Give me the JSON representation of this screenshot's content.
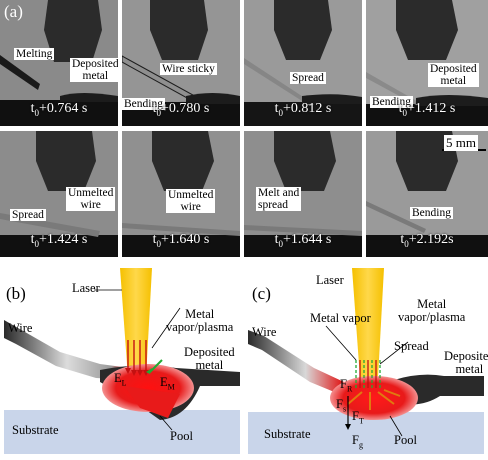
{
  "panel_a": {
    "tag": "(a)",
    "frames": [
      {
        "time_base": "t",
        "time_sub": "0",
        "time_rest": "+0.764 s",
        "labels": [
          "Melting",
          "Deposited\nmetal"
        ]
      },
      {
        "time_base": "t",
        "time_sub": "0",
        "time_rest": "+0.780 s",
        "labels": [
          "Wire sticky",
          "Bending"
        ]
      },
      {
        "time_base": "t",
        "time_sub": "0",
        "time_rest": "+0.812 s",
        "labels": [
          "Spread"
        ]
      },
      {
        "time_base": "t",
        "time_sub": "0",
        "time_rest": "+1.412 s",
        "labels": [
          "Deposited\nmetal",
          "Bending"
        ]
      },
      {
        "time_base": "t",
        "time_sub": "0",
        "time_rest": "+1.424 s",
        "labels": [
          "Unmelted\nwire",
          "Spread"
        ]
      },
      {
        "time_base": "t",
        "time_sub": "0",
        "time_rest": "+1.640 s",
        "labels": [
          "Unmelted\nwire"
        ]
      },
      {
        "time_base": "t",
        "time_sub": "0",
        "time_rest": "+1.644 s",
        "labels": [
          "Melt and\nspread"
        ]
      },
      {
        "time_base": "t",
        "time_sub": "0",
        "time_rest": "+2.192s",
        "labels": [
          "Bending"
        ]
      }
    ],
    "scale_bar": "5 mm"
  },
  "panel_b": {
    "tag": "(b)",
    "laser": "Laser",
    "wire": "Wire",
    "vapor": "Metal\nvapor/plasma",
    "deposited": "Deposited\nmetal",
    "el": "E",
    "el_sub": "L",
    "em": "E",
    "em_sub": "M",
    "substrate": "Substrate",
    "pool": "Pool"
  },
  "panel_c": {
    "tag": "(c)",
    "laser": "Laser",
    "wire": "Wire",
    "metal_vapor": "Metal vapor",
    "vapor": "Metal\nvapor/plasma",
    "deposited": "Deposited\nmetal",
    "spread": "Spread",
    "fr": "F",
    "fr_sub": "R",
    "fs": "F",
    "fs_sub": "s",
    "ft": "F",
    "ft_sub": "T",
    "fg": "F",
    "fg_sub": "g",
    "substrate": "Substrate",
    "pool": "Pool"
  },
  "colors": {
    "laser": "#f5b800",
    "substrate": "#c9d5ea",
    "pool": "#e8121a",
    "wire_dark": "#2e2e2e",
    "arrow_green": "#22aa33",
    "arrow_orange": "#e07a10"
  }
}
